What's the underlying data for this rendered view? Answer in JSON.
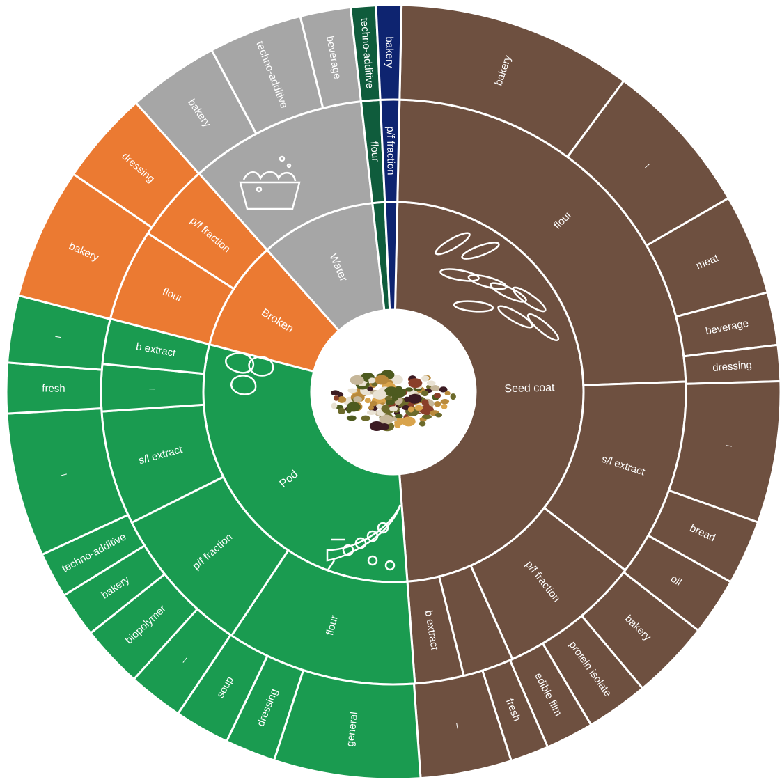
{
  "chart_data": {
    "type": "sunburst",
    "colors": {
      "Seed coat": "#6e5040",
      "Pod": "#1a9b50",
      "Broken": "#eb7a32",
      "Water": "#a6a6a6",
      "techno-additive": "#0f5c3c",
      "bakery": "#0e2470"
    },
    "icons": {
      "center": "mixed-legumes-photo",
      "Seed coat": "seed-coats-icon",
      "Pod": "pea-pod-icon",
      "Broken": "broken-beans-icon",
      "Water": "washing-basin-icon"
    },
    "rings": [
      [
        {
          "label": "Seed coat",
          "value": 48.5,
          "color": "Seed coat"
        },
        {
          "label": "Pod",
          "value": 30.2,
          "color": "Pod"
        },
        {
          "label": "Broken",
          "value": 9.4,
          "color": "Broken"
        },
        {
          "label": "Water",
          "value": 9.8,
          "color": "Water"
        },
        {
          "label": "",
          "value": 1.05,
          "color": "techno-additive"
        },
        {
          "label": "",
          "value": 1.05,
          "color": "bakery"
        }
      ],
      [
        {
          "label": "flour",
          "value": 24.1,
          "color": "Seed coat"
        },
        {
          "label": "s/l extract",
          "value": 11.0,
          "color": "Seed coat"
        },
        {
          "label": "p/f fraction",
          "value": 7.9,
          "color": "Seed coat"
        },
        {
          "label": "",
          "value": 2.8,
          "color": "Seed coat"
        },
        {
          "label": "b extract",
          "value": 2.7,
          "color": "Seed coat"
        },
        {
          "label": "flour",
          "value": 10.5,
          "color": "Pod"
        },
        {
          "label": "p/f fraction",
          "value": 8.3,
          "color": "Pod"
        },
        {
          "label": "s/l extract",
          "value": 6.3,
          "color": "Pod"
        },
        {
          "label": "–",
          "value": 2.6,
          "color": "Pod"
        },
        {
          "label": "b extract",
          "value": 2.5,
          "color": "Pod"
        },
        {
          "label": "flour",
          "value": 5.1,
          "color": "Broken"
        },
        {
          "label": "p/f fraction",
          "value": 4.3,
          "color": "Broken"
        },
        {
          "label": "",
          "value": 9.8,
          "color": "Water"
        },
        {
          "label": "flour",
          "value": 1.05,
          "color": "techno-additive"
        },
        {
          "label": "p/f fraction",
          "value": 1.05,
          "color": "bakery"
        }
      ],
      [
        {
          "label": "bakery",
          "value": 9.8,
          "color": "Seed coat"
        },
        {
          "label": "–",
          "value": 6.5,
          "color": "Seed coat"
        },
        {
          "label": "meat",
          "value": 4.2,
          "color": "Seed coat"
        },
        {
          "label": "beverage",
          "value": 2.2,
          "color": "Seed coat"
        },
        {
          "label": "dressing",
          "value": 1.5,
          "color": "Seed coat"
        },
        {
          "label": "–",
          "value": 5.9,
          "color": "Seed coat"
        },
        {
          "label": "bread",
          "value": 2.7,
          "color": "Seed coat"
        },
        {
          "label": "oil",
          "value": 2.4,
          "color": "Seed coat"
        },
        {
          "label": "bakery",
          "value": 3.3,
          "color": "Seed coat"
        },
        {
          "label": "protein isolate",
          "value": 2.6,
          "color": "Seed coat"
        },
        {
          "label": "edible film",
          "value": 2.0,
          "color": "Seed coat"
        },
        {
          "label": "fresh",
          "value": 1.6,
          "color": "Seed coat"
        },
        {
          "label": "–",
          "value": 3.8,
          "color": "Seed coat"
        },
        {
          "label": "general",
          "value": 6.1,
          "color": "Pod"
        },
        {
          "label": "dressing",
          "value": 2.1,
          "color": "Pod"
        },
        {
          "label": "soup",
          "value": 2.3,
          "color": "Pod"
        },
        {
          "label": "–",
          "value": 2.3,
          "color": "Pod"
        },
        {
          "label": "biopolymer",
          "value": 2.6,
          "color": "Pod"
        },
        {
          "label": "bakery",
          "value": 1.9,
          "color": "Pod"
        },
        {
          "label": "techno-additive",
          "value": 1.9,
          "color": "Pod"
        },
        {
          "label": "–",
          "value": 6.0,
          "color": "Pod"
        },
        {
          "label": "fresh",
          "value": 2.1,
          "color": "Pod"
        },
        {
          "label": "–",
          "value": 2.8,
          "color": "Pod"
        },
        {
          "label": "bakery",
          "value": 5.5,
          "color": "Broken"
        },
        {
          "label": "dressing",
          "value": 3.9,
          "color": "Broken"
        },
        {
          "label": "bakery",
          "value": 3.8,
          "color": "Water"
        },
        {
          "label": "techno-additive",
          "value": 3.9,
          "color": "Water"
        },
        {
          "label": "beverage",
          "value": 2.1,
          "color": "Water"
        },
        {
          "label": "techno-additive",
          "value": 1.05,
          "color": "techno-additive"
        },
        {
          "label": "bakery",
          "value": 1.05,
          "color": "bakery"
        }
      ]
    ]
  }
}
